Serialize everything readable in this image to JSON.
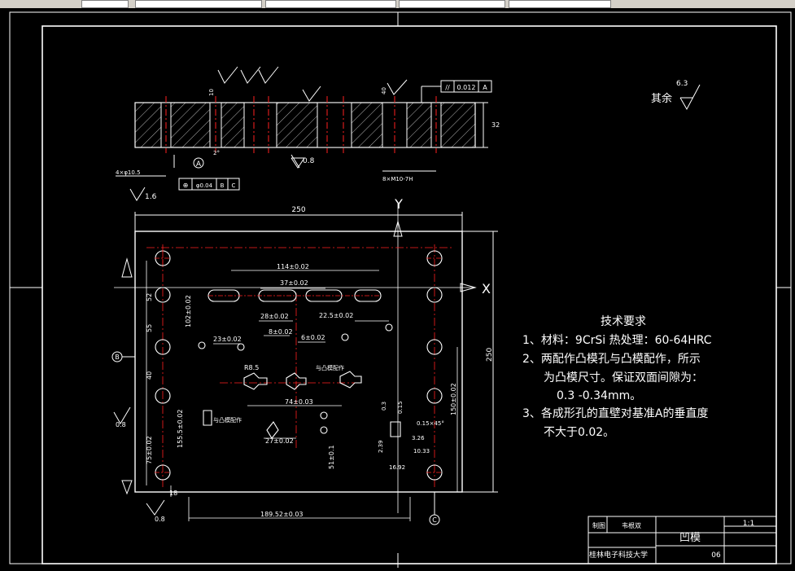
{
  "toolbar": {
    "fields": [
      "",
      "",
      "",
      "",
      ""
    ]
  },
  "drawing": {
    "section_view": {
      "datum_A": "A",
      "roughness_08": "0.8",
      "roughness_16": "1.6",
      "thickness": "32",
      "flatness_frame": [
        "//",
        "0.012",
        "A"
      ],
      "position_frame": [
        "⊕",
        "φ0.04",
        "B",
        "C"
      ],
      "hole_label": "4×φ10.5",
      "thread_label": "8×M10-7H",
      "depth_10": "10",
      "depth_40": "40",
      "chamfer_2": "2°"
    },
    "plan_view": {
      "overall_width": "250",
      "overall_height": "250",
      "axis_y": "Y",
      "axis_x": "X",
      "datum_B": "B",
      "datum_C": "C",
      "dim_spacing_top": "114±0.02",
      "dim_37": "37±0.02",
      "dim_28": "28±0.02",
      "dim_8": "8±0.02",
      "dim_22": "22.5±0.02",
      "dim_23": "23±0.02",
      "dim_6": "6±0.02",
      "dim_74": "74±0.03",
      "dim_27": "27±0.02",
      "dim_189": "189.52±0.03",
      "dim_18": "18",
      "dim_51": "51±0.1",
      "dim_55": "55",
      "dim_40": "40",
      "dim_52": "52",
      "dim_150": "150±0.02",
      "dim_75": "75±0.02",
      "dim_102": "102±0.02",
      "dim_155": "155.5±0.02",
      "dim_r": "R8.5",
      "label_match": "与凸模配作",
      "roughness_08": "0.8",
      "detail_dims": [
        "0.3",
        "0.15",
        "3.26",
        "2.39",
        "10.33",
        "16.92",
        "0.15×45°"
      ]
    },
    "roughness_other": {
      "label": "其余",
      "value": "6.3"
    },
    "tech_requirements": {
      "title": "技术要求",
      "line1": "1、材料：9CrSi 热处理：60-64HRC",
      "line2": "2、两配作凸模孔与凸模配作，所示",
      "line3": "为凸模尺寸。保证双面间隙为：",
      "line4": "0.3 -0.34mm。",
      "line5": "3、各成形孔的直壁对基准A的垂直度",
      "line6": "不大于0.02。"
    },
    "title_block": {
      "part_name": "凹模",
      "scale": "1:1",
      "designer_label": "制图",
      "designer_value": "韦根双",
      "school": "桂林电子科技大学",
      "drawing_no": "06"
    }
  },
  "colors": {
    "background": "#000000",
    "line_white": "#ffffff",
    "center_red": "#ff2020",
    "toolbar": "#d4d0c8"
  }
}
